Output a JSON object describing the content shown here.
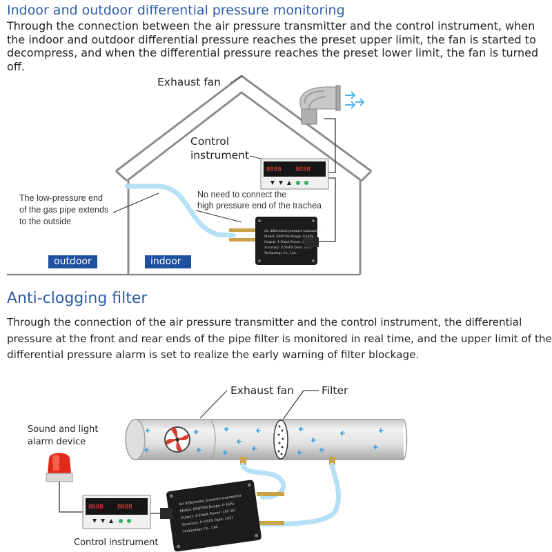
{
  "section1": {
    "title": "Indoor and outdoor differential pressure monitoring",
    "description": "Through the connection between the air pressure transmitter and the control instrument, when the indoor and outdoor differential pressure reaches the preset upper limit, the fan is started to decompress, and when the differential pressure reaches the preset lower limit, the fan is turned off.",
    "labels": {
      "exhaust_fan": "Exhaust fan",
      "control_instrument_line1": "Control",
      "control_instrument_line2": "instrument",
      "low_pressure_line1": "The low-pressure end",
      "low_pressure_line2": "of the gas pipe extends",
      "low_pressure_line3": "to the outside",
      "no_need_line1": "No need to connect the",
      "no_need_line2": "high pressure end of the trachea",
      "outdoor": "outdoor",
      "indoor": "indoor"
    }
  },
  "section2": {
    "title": "Anti-clogging filter",
    "description": "Through the connection of the air pressure transmitter and the control instrument, the differential pressure at the front and rear ends of the pipe filter is monitored in real time, and the upper limit of the differential pressure alarm is set to realize the early warning of filter blockage.",
    "labels": {
      "exhaust_fan": "Exhaust fan",
      "filter": "Filter",
      "alarm_line1": "Sound and light",
      "alarm_line2": "alarm device",
      "control_instrument": "Control instrument"
    }
  },
  "colors": {
    "title_blue": "#2b5ca6",
    "tag_blue": "#1f4fa0",
    "tube_blue": "#a8dcf5",
    "arrow_blue": "#3aa0dc"
  }
}
